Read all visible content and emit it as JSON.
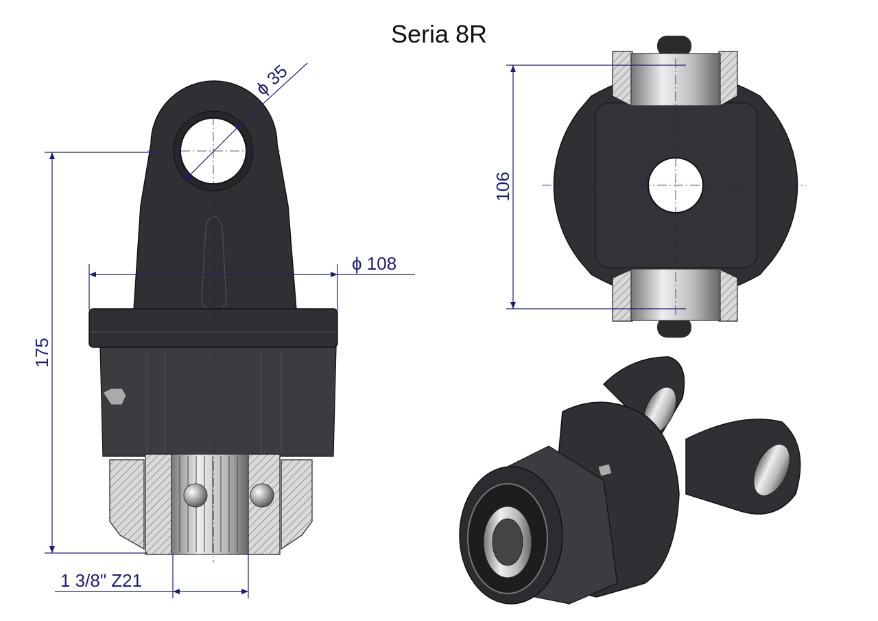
{
  "title": "Seria 8R",
  "dimensions": {
    "eye_diameter": "ϕ 35",
    "flange_diameter": "ϕ 108",
    "height": "175",
    "width_top_view": "106",
    "spline": "1 3/8\" Z21"
  },
  "colors": {
    "dimension": "#1c1c78",
    "part": "#2f3033"
  }
}
